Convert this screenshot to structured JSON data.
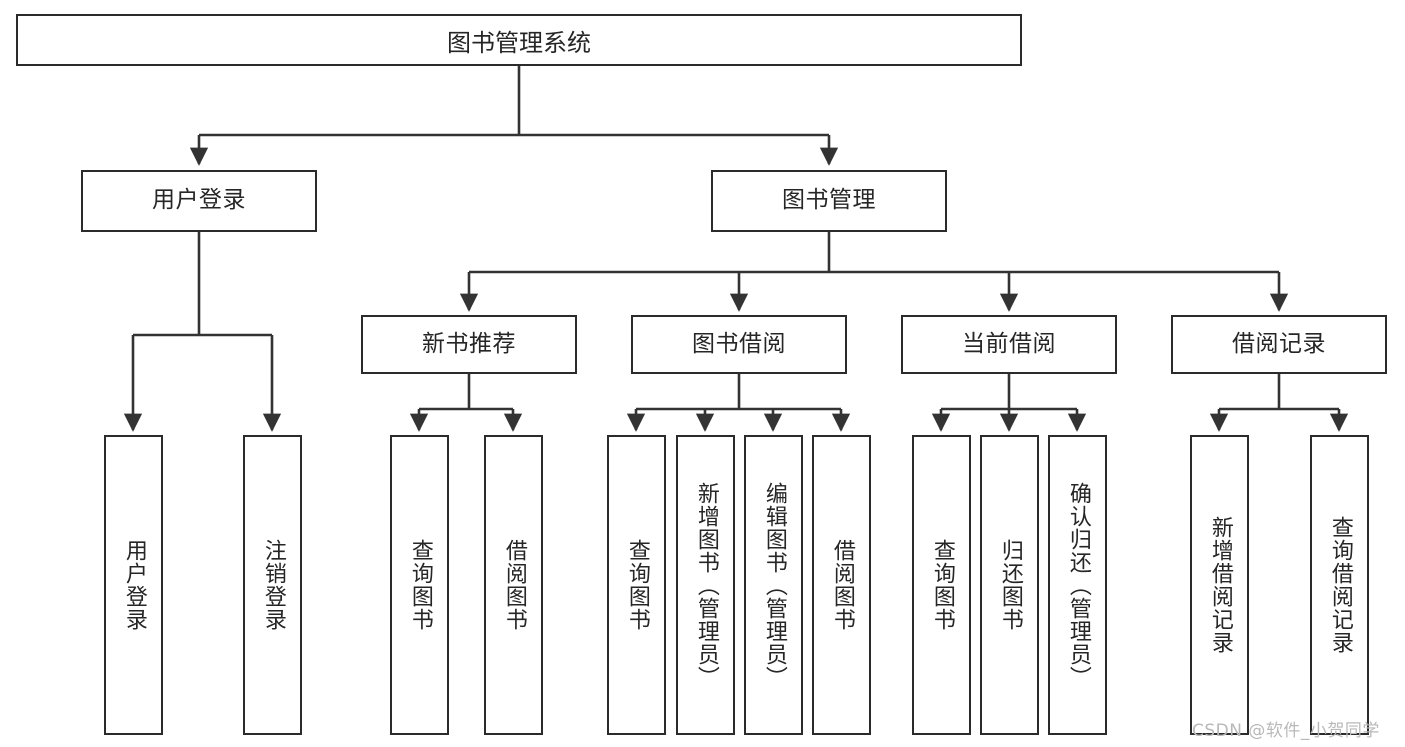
{
  "diagram": {
    "title": "图书管理系统",
    "type": "tree-hierarchy",
    "colors": {
      "box_border": "#2b2b2b",
      "box_fill": "#ffffff",
      "connector": "#333333",
      "text": "#262626",
      "watermark": "#b9b9b9"
    },
    "root": {
      "label": "图书管理系统"
    },
    "level2": [
      {
        "label": "用户登录"
      },
      {
        "label": "图书管理"
      }
    ],
    "level3": [
      {
        "label": "新书推荐"
      },
      {
        "label": "图书借阅"
      },
      {
        "label": "当前借阅"
      },
      {
        "label": "借阅记录"
      }
    ],
    "leaves": {
      "user_login": [
        {
          "label": "用户登录"
        },
        {
          "label": "注销登录"
        }
      ],
      "new_book_recommend": [
        {
          "label": "查询图书"
        },
        {
          "label": "借阅图书"
        }
      ],
      "book_borrow": [
        {
          "label": "查询图书"
        },
        {
          "label": "新增图书（管理员）"
        },
        {
          "label": "编辑图书（管理员）"
        },
        {
          "label": "借阅图书"
        }
      ],
      "current_borrow": [
        {
          "label": "查询图书"
        },
        {
          "label": "归还图书"
        },
        {
          "label": "确认归还（管理员）"
        }
      ],
      "borrow_record": [
        {
          "label": "新增借阅记录"
        },
        {
          "label": "查询借阅记录"
        }
      ]
    }
  },
  "watermark": {
    "text": "CSDN @软件_小贺同学"
  }
}
